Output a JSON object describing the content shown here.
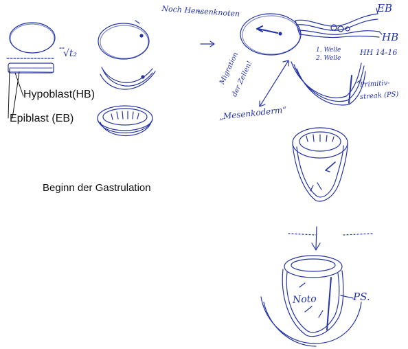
{
  "labels": {
    "hypoblast": "Hypoblast(HB)",
    "epiblast": "Epiblast (EB)",
    "title": "Beginn der Gastrulation"
  },
  "handwriting": {
    "sqrt": "√t₂",
    "hensen": "Noch Hensenknoten",
    "eb": "EB",
    "hb": "HB",
    "note1": "1. Welle",
    "note2": "2. Welle",
    "hh": "HH 14-16",
    "primitive1": "Primitiv-",
    "primitive2": "streak (PS)",
    "migration1": "Migration",
    "migration2": "der Zellen!",
    "mesoderm": "„Mesenkoderm“",
    "notochord": "Noto",
    "ps": "PS."
  },
  "colors": {
    "ink": "#2433a6",
    "typed": "#111111"
  }
}
